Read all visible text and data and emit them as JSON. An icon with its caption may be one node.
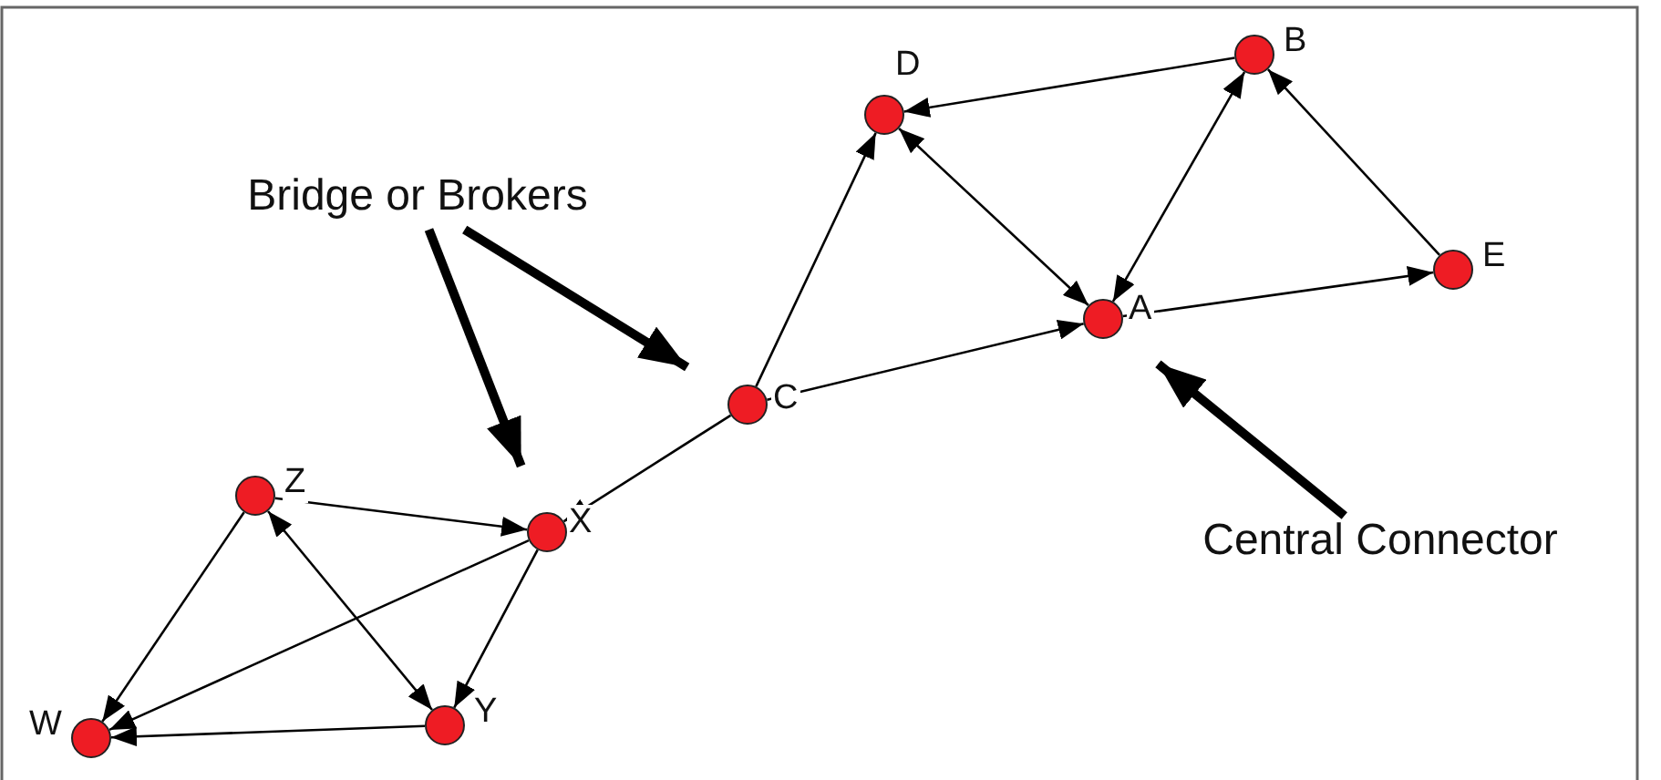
{
  "diagram": {
    "nodes": [
      {
        "text": [],
        "shape": "circle",
        "beside": [
          "B"
        ]
      },
      {
        "text": [],
        "shape": "circle",
        "beside": [
          "D"
        ]
      },
      {
        "text": [
          "Bridge or Brokers"
        ]
      },
      {
        "text": [],
        "shape": "circle",
        "beside": [
          "E"
        ]
      },
      {
        "text": [],
        "shape": "circle",
        "beside": [
          "A"
        ]
      },
      {
        "text": [],
        "shape": "circle",
        "beside": [
          "C"
        ]
      },
      {
        "text": [],
        "shape": "circle",
        "beside": [
          "Z"
        ]
      },
      {
        "text": [],
        "shape": "circle",
        "beside": [
          "X"
        ]
      },
      {
        "text": [
          "Central Connector"
        ]
      },
      {
        "text": [],
        "shape": "circle",
        "beside": [
          "W"
        ]
      },
      {
        "text": [],
        "shape": "circle",
        "beside": [
          "Y"
        ]
      }
    ],
    "edges": [
      {
        "from": 0,
        "to": 1,
        "arrow": "to"
      },
      {
        "from": 1,
        "to": 4,
        "arrow": "both"
      },
      {
        "from": 4,
        "to": 0,
        "arrow": "both"
      },
      {
        "from": 3,
        "to": 0,
        "arrow": "to"
      },
      {
        "from": 4,
        "to": 3,
        "arrow": "to"
      },
      {
        "from": 5,
        "to": 1,
        "arrow": "to"
      },
      {
        "from": 5,
        "to": 4,
        "arrow": "to"
      },
      {
        "from": 5,
        "to": 7,
        "arrow": "to"
      },
      {
        "from": 6,
        "to": 7,
        "arrow": "to"
      },
      {
        "from": 6,
        "to": 10,
        "arrow": "both"
      },
      {
        "from": 6,
        "to": 9,
        "arrow": "to"
      },
      {
        "from": 7,
        "to": 10,
        "arrow": "to"
      },
      {
        "from": 7,
        "to": 9,
        "arrow": "to"
      },
      {
        "from": 10,
        "to": 9,
        "arrow": "to"
      },
      {
        "from": 2,
        "to": 7,
        "arrow": "to",
        "style": "thick"
      },
      {
        "from": 2,
        "to": 5,
        "arrow": "to",
        "style": "thick"
      },
      {
        "from": 8,
        "to": 4,
        "arrow": "to",
        "style": "thick"
      }
    ]
  }
}
